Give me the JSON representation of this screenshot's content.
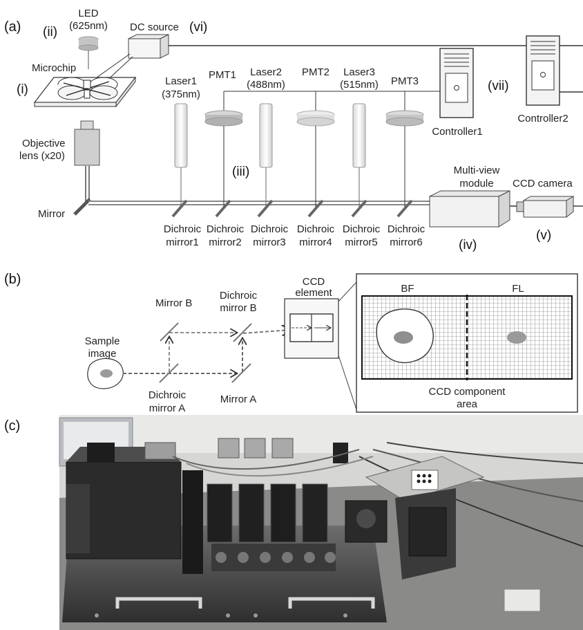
{
  "panels": {
    "a": "(a)",
    "b": "(b)",
    "c": "(c)"
  },
  "panel_a": {
    "led": [
      "LED",
      "(625nm)"
    ],
    "dc_source": "DC source",
    "roman": {
      "i": "(i)",
      "ii": "(ii)",
      "iii": "(iii)",
      "iv": "(iv)",
      "v": "(v)",
      "vi": "(vi)",
      "vii": "(vii)"
    },
    "microchip": "Microchip",
    "objective": [
      "Objective",
      "lens (x20)"
    ],
    "mirror": "Mirror",
    "lasers": [
      {
        "name": "Laser1",
        "wavelength": "(375nm)"
      },
      {
        "name": "Laser2",
        "wavelength": "(488nm)"
      },
      {
        "name": "Laser3",
        "wavelength": "(515nm)"
      }
    ],
    "pmts": [
      "PMT1",
      "PMT2",
      "PMT3"
    ],
    "dichroics": [
      [
        "Dichroic",
        "mirror1"
      ],
      [
        "Dichroic",
        "mirror2"
      ],
      [
        "Dichroic",
        "mirror3"
      ],
      [
        "Dichroic",
        "mirror4"
      ],
      [
        "Dichroic",
        "mirror5"
      ],
      [
        "Dichroic",
        "mirror6"
      ]
    ],
    "controllers": [
      "Controller1",
      "Controller2"
    ],
    "multiview": [
      "Multi-view",
      "module"
    ],
    "ccd_camera": "CCD camera"
  },
  "panel_b": {
    "mirror_b": "Mirror B",
    "dichroic_b": [
      "Dichroic",
      "mirror B"
    ],
    "ccd_element": [
      "CCD",
      "element"
    ],
    "sample_image": [
      "Sample",
      "image"
    ],
    "dichroic_a": [
      "Dichroic",
      "mirror A"
    ],
    "mirror_a": "Mirror A",
    "bf": "BF",
    "fl": "FL",
    "ccd_area": [
      "CCD component",
      "area"
    ]
  }
}
